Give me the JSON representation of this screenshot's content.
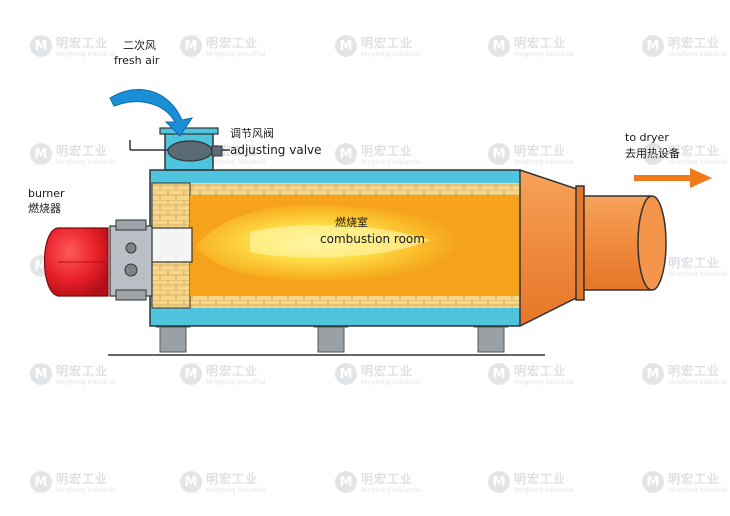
{
  "labels": {
    "fresh_air_cn": "二次风",
    "fresh_air_en": "fresh air",
    "valve_cn": "调节风阀",
    "valve_en": "adjusting valve",
    "burner_en": "burner",
    "burner_cn": "燃烧器",
    "chamber_cn": "燃烧室",
    "chamber_en": "combustion room",
    "dryer_en": "to dryer",
    "dryer_cn": "去用热设备"
  },
  "watermark": {
    "logo_letter": "M",
    "cn": "明宏工业",
    "en": "Minghong Industrial"
  },
  "colors": {
    "shell": "#4fc4de",
    "brick": "#f5d68a",
    "flame_core": "#ffe14a",
    "flame_outer": "#f6a21a",
    "outlet": "#f08a3c",
    "burner_red": "#e8202a",
    "fresh_air_arrow": "#1a8fd8",
    "dryer_arrow": "#f07a1a"
  }
}
